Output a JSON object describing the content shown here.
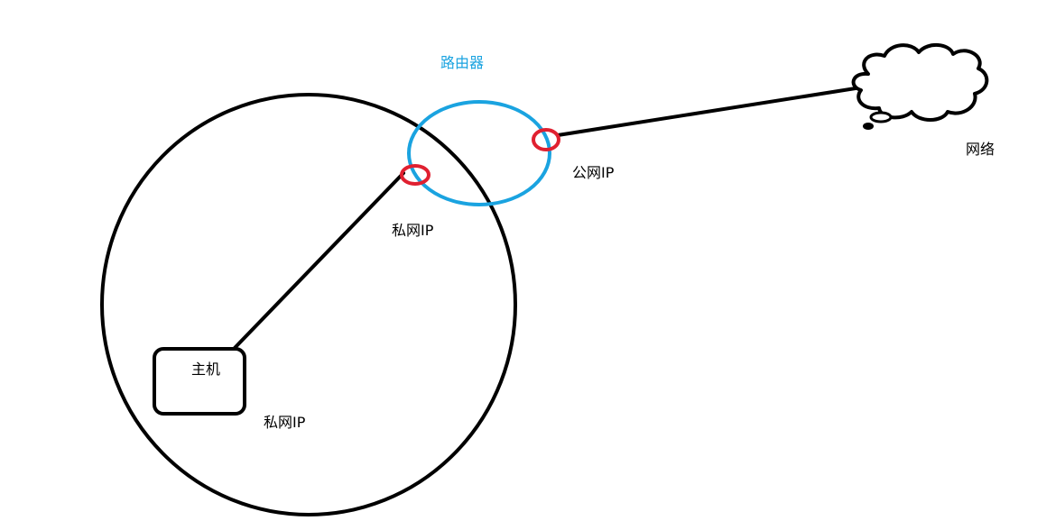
{
  "labels": {
    "router": "路由器",
    "public_ip": "公网IP",
    "internet": "网络",
    "private_ip_router": "私网IP",
    "host": "主机",
    "private_ip_host": "私网IP"
  },
  "colors": {
    "outline": "#000000",
    "router": "#1aa3e0",
    "port": "#e02030",
    "text": "#000000",
    "router_text": "#1aa3e0"
  },
  "icons": {
    "internet": "cloud-icon"
  }
}
